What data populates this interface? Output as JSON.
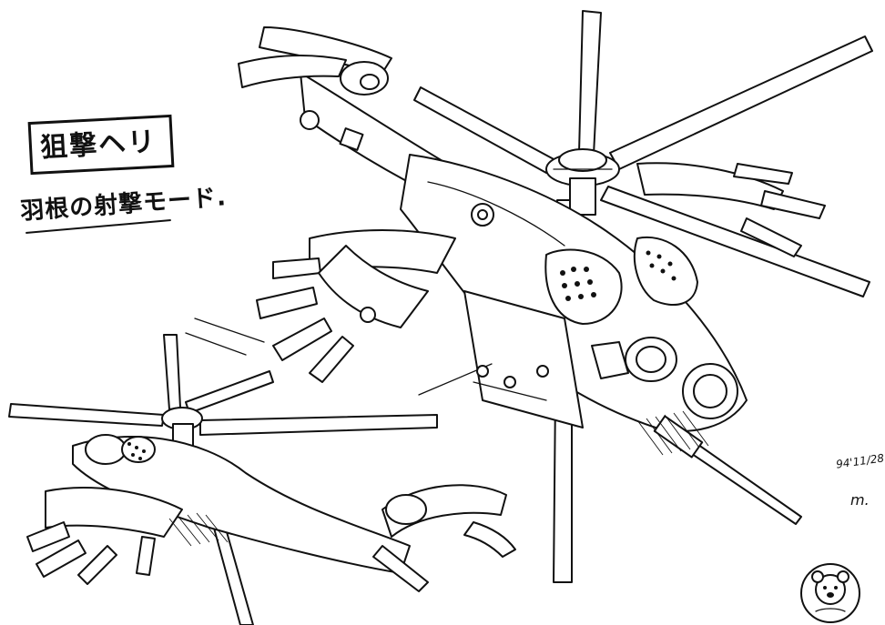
{
  "labels": {
    "title": "狙撃ヘリ",
    "subtitle": "羽根の射撃モード.",
    "date": "94'11/28",
    "signature": "m."
  },
  "icons": {
    "main_helicopter": "helicopter-sketch-icon",
    "small_helicopter": "helicopter-sketch-icon",
    "artist_seal": "bear-seal-icon"
  },
  "colors": {
    "ink": "#111111",
    "paper": "#ffffff"
  }
}
